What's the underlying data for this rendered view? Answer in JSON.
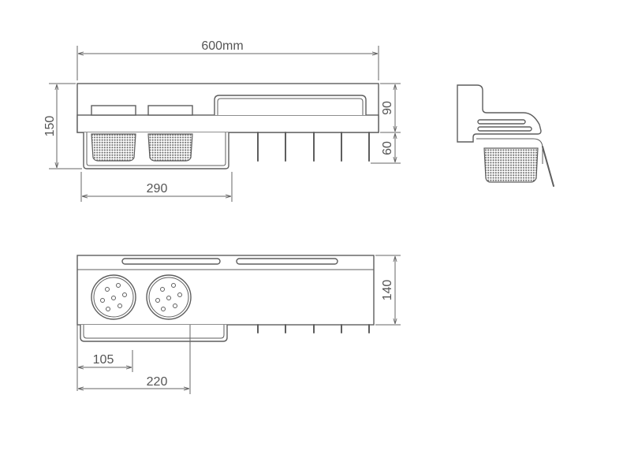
{
  "dimensions": {
    "front_width": "600mm",
    "front_height": "150",
    "front_upper": "90",
    "front_lower": "60",
    "front_basket_width": "290",
    "top_depth": "140",
    "top_cup_center": "105",
    "top_basket_width": "220"
  },
  "colors": {
    "line": "#5e5e5e",
    "dimension": "#666666",
    "background": "#ffffff"
  }
}
